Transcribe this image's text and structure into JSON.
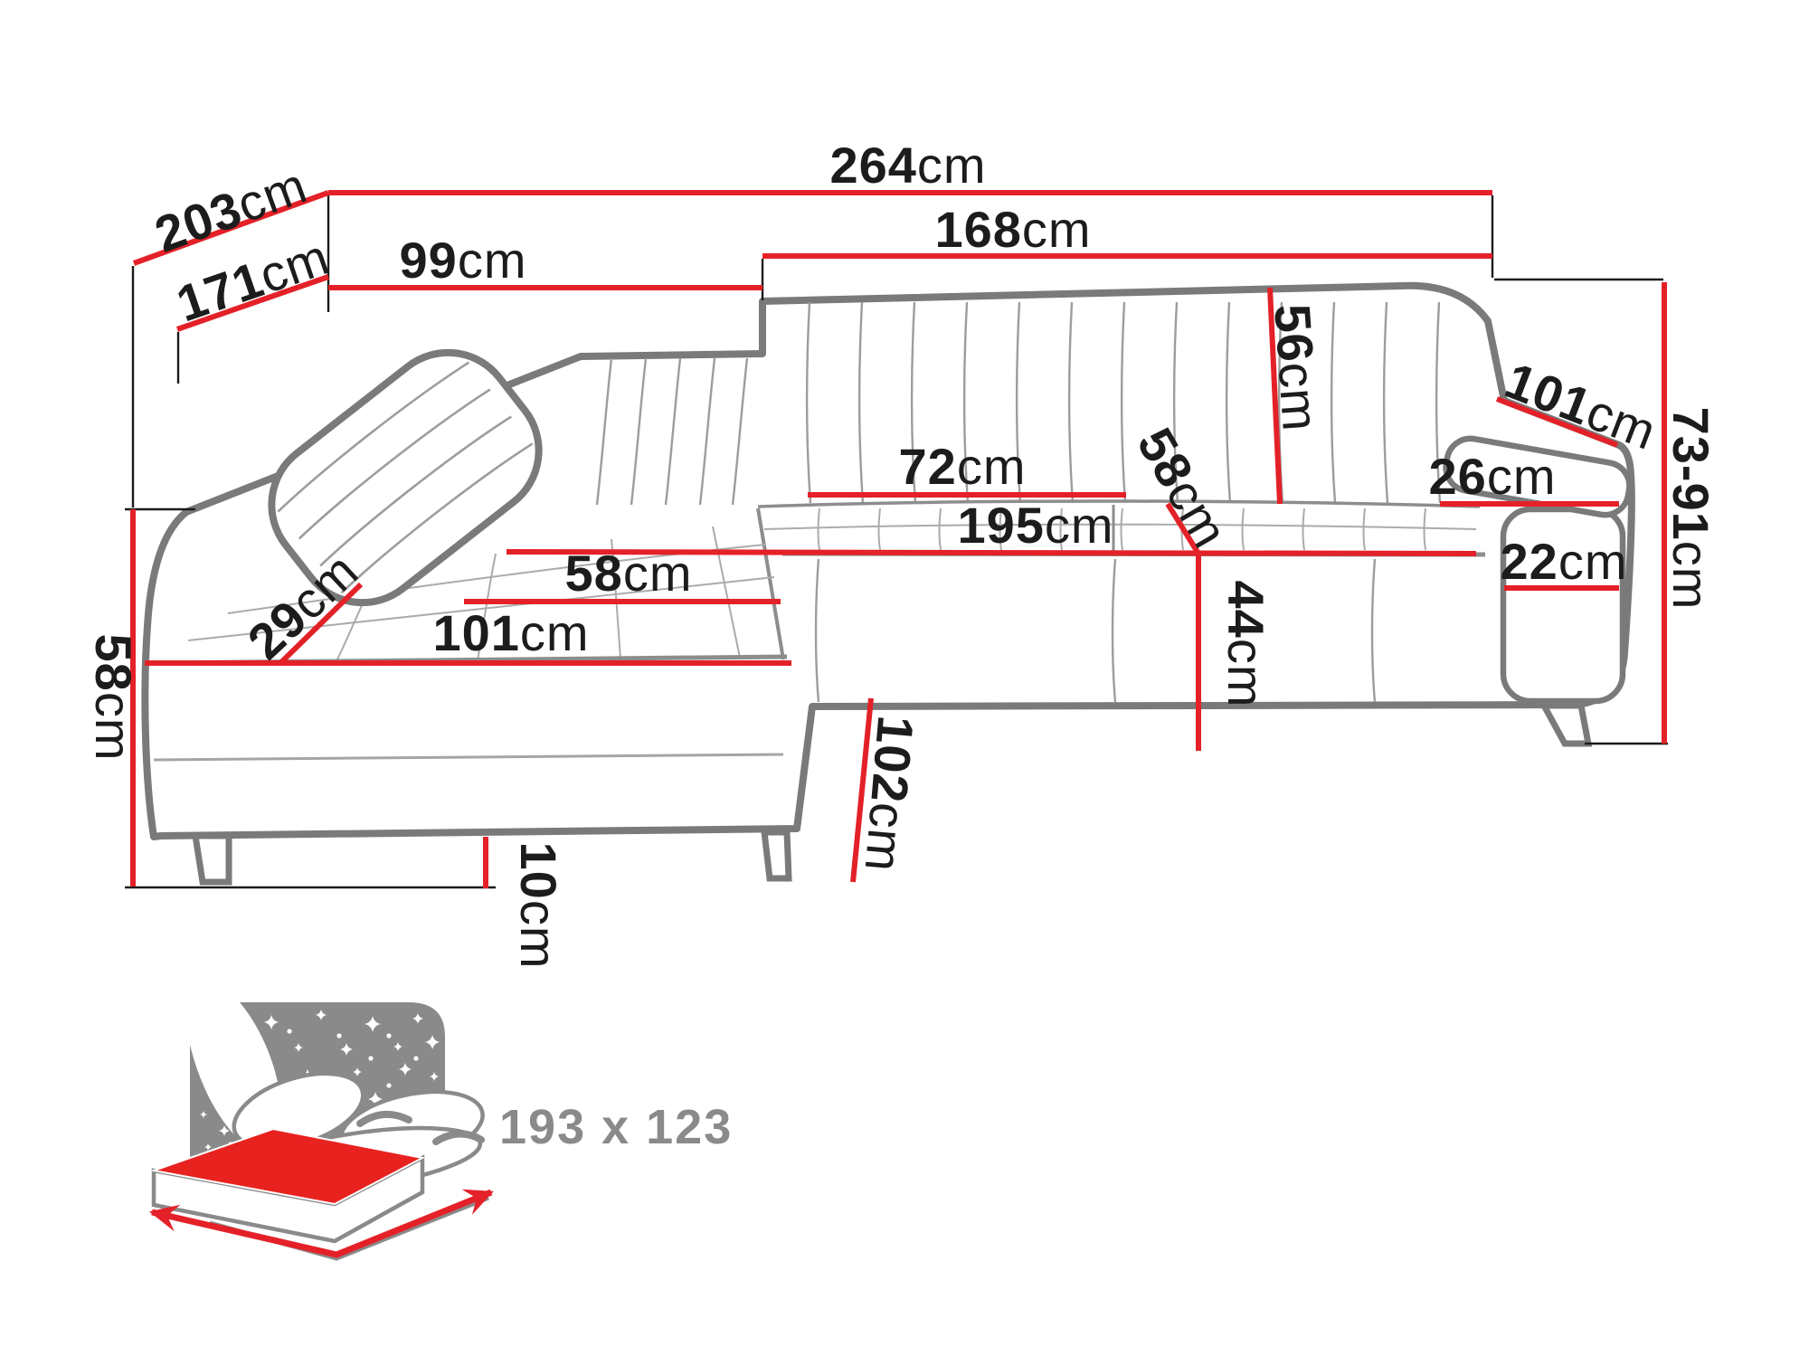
{
  "page": {
    "title": "Corner sofa dimensions diagram",
    "background": "#ffffff"
  },
  "diagram": {
    "dimensions": {
      "total_width": "264cm",
      "total_depth": "203cm",
      "inner_depth": "171cm",
      "chaise_back_width": "99cm",
      "right_section_width": "168cm",
      "backrest_height": "56cm",
      "armrest_top_length": "101cm",
      "armrest_cushion_depth": "26cm",
      "overall_height_range": "73-91cm",
      "armrest_side_depth": "22cm",
      "backrest_top_width": "72cm",
      "seat_length": "195cm",
      "seat_depth_right": "58cm",
      "seat_height": "44cm",
      "chaise_seat_width": "58cm",
      "chaise_seat_length": "101cm",
      "backrail_depth": "29cm",
      "side_height": "58cm",
      "leg_height": "10cm",
      "chaise_front_depth": "102cm"
    },
    "sleeping_area_label": "193 x 123",
    "icons": {
      "bed_icon": "bed-with-starry-night-sleeping-function"
    },
    "colors": {
      "dimension_line": "#e42128",
      "outline": "#7a7a7a",
      "detail": "#9d9d9d",
      "label": "#1c1c1c",
      "icon_gray": "#8a8a8a",
      "mattress_red": "#e8221f"
    }
  }
}
